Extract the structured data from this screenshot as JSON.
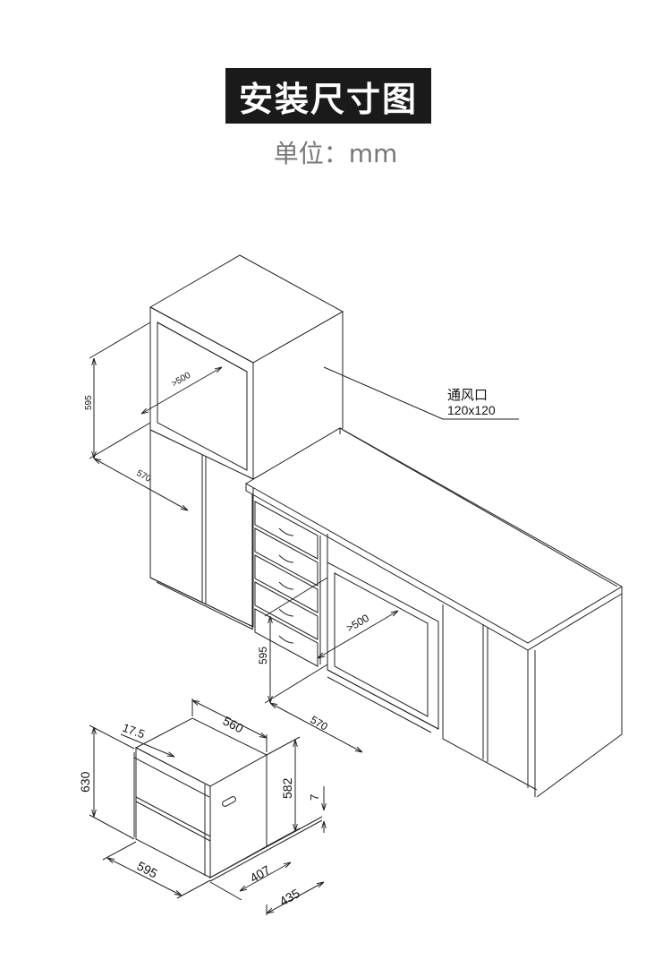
{
  "header": {
    "title": "安装尺寸图",
    "unit": "单位：mm"
  },
  "callout": {
    "vent_label": "通风口",
    "vent_size": "120x120"
  },
  "upper_cabinet": {
    "height": "595",
    "depth": "570",
    "clearance": ">500"
  },
  "lower_cabinet": {
    "height": "595",
    "depth": "570",
    "clearance": ">500"
  },
  "appliance": {
    "total_height": "630",
    "width": "595",
    "body_depth": "560",
    "offset": "17.5",
    "body_height": "582",
    "gap": "7",
    "depth_inner": "407",
    "depth_total": "435"
  },
  "colors": {
    "title_bg": "#1a1a1a",
    "line": "#222222",
    "unit_text": "#777777"
  }
}
